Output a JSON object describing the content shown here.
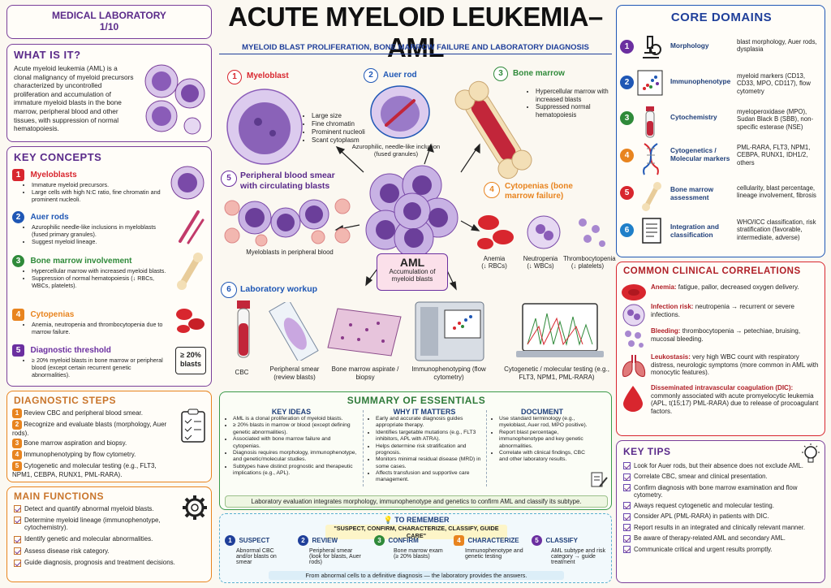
{
  "header": {
    "badge_line1": "MEDICAL LABORATORY",
    "badge_line2": "1/10",
    "title": "ACUTE MYELOID LEUKEMIA–AML",
    "subtitle": "MYELOID BLAST PROLIFERATION, BONE MARROW FAILURE AND LABORATORY DIAGNOSIS"
  },
  "what_is_it": {
    "heading": "WHAT IS IT?",
    "text": "Acute myeloid leukemia (AML) is a clonal malignancy of myeloid precursors characterized by uncontrolled proliferation and accumulation of immature myeloid blasts in the bone marrow, peripheral blood and other tissues, with suppression of normal hematopoiesis."
  },
  "key_concepts": {
    "heading": "KEY CONCEPTS",
    "items": [
      {
        "num": "1",
        "title": "Myeloblasts",
        "color": "#d8262e",
        "bullets": [
          "Immature myeloid precursors.",
          "Large cells with high N:C ratio, fine chromatin and prominent nucleoli."
        ]
      },
      {
        "num": "2",
        "title": "Auer rods",
        "color": "#1f57b5",
        "bullets": [
          "Azurophilic needle-like inclusions in myeloblasts (fused primary granules).",
          "Suggest myeloid lineage."
        ]
      },
      {
        "num": "3",
        "title": "Bone marrow involvement",
        "color": "#2f8a3a",
        "bullets": [
          "Hypercellular marrow with increased myeloid blasts.",
          "Suppression of normal hematopoiesis (↓ RBCs, WBCs, platelets)."
        ]
      },
      {
        "num": "4",
        "title": "Cytopenias",
        "color": "#e8841f",
        "bullets": [
          "Anemia, neutropenia and thrombocytopenia due to marrow failure."
        ]
      },
      {
        "num": "5",
        "title": "Diagnostic threshold",
        "color": "#6b2fa0",
        "bullets": [
          "≥ 20% myeloid blasts in bone marrow or peripheral blood (except certain recurrent genetic abnormalities)."
        ]
      }
    ],
    "threshold_badge": "≥ 20% blasts"
  },
  "diagnostic_steps": {
    "heading": "DIAGNOSTIC STEPS",
    "items": [
      {
        "num": "1",
        "text": "Review CBC and peripheral blood smear."
      },
      {
        "num": "2",
        "text": "Recognize and evaluate blasts (morphology, Auer rods)."
      },
      {
        "num": "3",
        "text": "Bone marrow aspiration and biopsy."
      },
      {
        "num": "4",
        "text": "Immunophenotyping by flow cytometry."
      },
      {
        "num": "5",
        "text": "Cytogenetic and molecular testing (e.g., FLT3, NPM1, CEBPA, RUNX1, PML-RARA)."
      }
    ]
  },
  "main_functions": {
    "heading": "MAIN FUNCTIONS",
    "items": [
      "Detect and quantify abnormal myeloid blasts.",
      "Determine myeloid lineage (immunophenotype, cytochemistry).",
      "Identify genetic and molecular abnormalities.",
      "Assess disease risk category.",
      "Guide diagnosis, prognosis and treatment decisions."
    ]
  },
  "center": {
    "myeloblast": {
      "num": "1",
      "title": "Myeloblast",
      "bullets": [
        "Large size",
        "Fine chromatin",
        "Prominent nucleoli",
        "Scant cytoplasm"
      ]
    },
    "auer": {
      "num": "2",
      "title": "Auer rod",
      "caption": "Azurophilic, needle-like inclusion (fused granules)"
    },
    "marrow": {
      "num": "3",
      "title": "Bone marrow",
      "bullets": [
        "Hypercellular marrow with increased blasts",
        "Suppressed normal hematopoiesis"
      ]
    },
    "smear": {
      "num": "5",
      "title": "Peripheral blood smear with circulating blasts",
      "caption": "Myeloblasts in peripheral blood"
    },
    "cytopenias": {
      "num": "4",
      "title": "Cytopenias (bone marrow failure)",
      "labels": [
        {
          "name": "Anemia",
          "sub": "(↓ RBCs)"
        },
        {
          "name": "Neutropenia",
          "sub": "(↓ WBCs)"
        },
        {
          "name": "Thrombocytopenia",
          "sub": "(↓ platelets)"
        }
      ]
    },
    "aml_box": {
      "title": "AML",
      "sub": "Accumulation of myeloid blasts"
    },
    "workup": {
      "num": "6",
      "title": "Laboratory workup",
      "items": [
        "CBC",
        "Peripheral smear (review blasts)",
        "Bone marrow aspirate / biopsy",
        "Immunophenotyping (flow cytometry)",
        "Cytogenetic / molecular testing (e.g., FLT3, NPM1, PML-RARA)"
      ]
    }
  },
  "summary": {
    "heading": "SUMMARY OF ESSENTIALS",
    "cols": [
      {
        "title": "KEY IDEAS",
        "bullets": [
          "AML is a clonal proliferation of myeloid blasts.",
          "≥ 20% blasts in marrow or blood (except defining genetic abnormalities).",
          "Associated with bone marrow failure and cytopenias.",
          "Diagnosis requires morphology, immunophenotype, and genetic/molecular studies.",
          "Subtypes have distinct prognostic and therapeutic implications (e.g., APL)."
        ]
      },
      {
        "title": "WHY IT MATTERS",
        "bullets": [
          "Early and accurate diagnosis guides appropriate therapy.",
          "Identifies targetable mutations (e.g., FLT3 inhibitors, APL with ATRA).",
          "Helps determine risk stratification and prognosis.",
          "Monitors minimal residual disease (MRD) in some cases.",
          "Affects transfusion and supportive care management."
        ]
      },
      {
        "title": "DOCUMENT",
        "bullets": [
          "Use standard terminology (e.g., myeloblast, Auer rod, MPO positive).",
          "Report blast percentage, immunophenotype and key genetic abnormalities.",
          "Correlate with clinical findings, CBC and other laboratory results."
        ]
      }
    ],
    "footer": "Laboratory evaluation integrates morphology, immunophenotype and genetics to confirm AML and classify its subtype."
  },
  "remember": {
    "heading": "TO REMEMBER",
    "tagline": "\"SUSPECT, CONFIRM, CHARACTERIZE, CLASSIFY, GUIDE CARE\"",
    "steps": [
      {
        "num": "1",
        "title": "SUSPECT",
        "text": "Abnormal CBC and/or blasts on smear"
      },
      {
        "num": "2",
        "title": "REVIEW",
        "text": "Peripheral smear (look for blasts, Auer rods)"
      },
      {
        "num": "3",
        "title": "CONFIRM",
        "text": "Bone marrow exam (≥ 20% blasts)"
      },
      {
        "num": "4",
        "title": "CHARACTERIZE",
        "text": "Immunophenotype and genetic testing"
      },
      {
        "num": "5",
        "title": "CLASSIFY",
        "text": "AML subtype and risk category → guide treatment"
      }
    ],
    "footer": "From abnormal cells to a definitive diagnosis — the laboratory provides the answers."
  },
  "core_domains": {
    "heading": "CORE DOMAINS",
    "items": [
      {
        "num": "1",
        "name": "Morphology",
        "desc": "blast morphology, Auer rods, dysplasia",
        "color": "#6b2fa0"
      },
      {
        "num": "2",
        "name": "Immunophenotype",
        "desc": "myeloid markers (CD13, CD33, MPO, CD117), flow cytometry",
        "color": "#1f57b5"
      },
      {
        "num": "3",
        "name": "Cytochemistry",
        "desc": "myeloperoxidase (MPO), Sudan Black B (SBB), non-specific esterase (NSE)",
        "color": "#2f8a3a"
      },
      {
        "num": "4",
        "name": "Cytogenetics / Molecular markers",
        "desc": "PML-RARA, FLT3, NPM1, CEBPA, RUNX1, IDH1/2, others",
        "color": "#e8841f"
      },
      {
        "num": "5",
        "name": "Bone marrow assessment",
        "desc": "cellularity, blast percentage, lineage involvement, fibrosis",
        "color": "#d8262e"
      },
      {
        "num": "6",
        "name": "Integration and classification",
        "desc": "WHO/ICC classification, risk stratification (favorable, intermediate, adverse)",
        "color": "#1f7fc9"
      }
    ]
  },
  "correlations": {
    "heading": "COMMON CLINICAL CORRELATIONS",
    "items": [
      {
        "term": "Anemia:",
        "text": "fatigue, pallor, decreased oxygen delivery."
      },
      {
        "term": "Infection risk:",
        "text": "neutropenia → recurrent or severe infections."
      },
      {
        "term": "Bleeding:",
        "text": "thrombocytopenia → petechiae, bruising, mucosal bleeding."
      },
      {
        "term": "Leukostasis:",
        "text": "very high WBC count with respiratory distress, neurologic symptoms (more common in AML with monocytic features)."
      },
      {
        "term": "Disseminated intravascular coagulation (DIC):",
        "text": "commonly associated with acute promyelocytic leukemia (APL, t(15;17) PML-RARA) due to release of procoagulant factors."
      }
    ]
  },
  "key_tips": {
    "heading": "KEY TIPS",
    "items": [
      "Look for Auer rods, but their absence does not exclude AML.",
      "Correlate CBC, smear and clinical presentation.",
      "Confirm diagnosis with bone marrow examination and flow cytometry.",
      "Always request cytogenetic and molecular testing.",
      "Consider APL (PML-RARA) in patients with DIC.",
      "Report results in an integrated and clinically relevant manner.",
      "Be aware of therapy-related AML and secondary AML.",
      "Communicate critical and urgent results promptly."
    ]
  }
}
